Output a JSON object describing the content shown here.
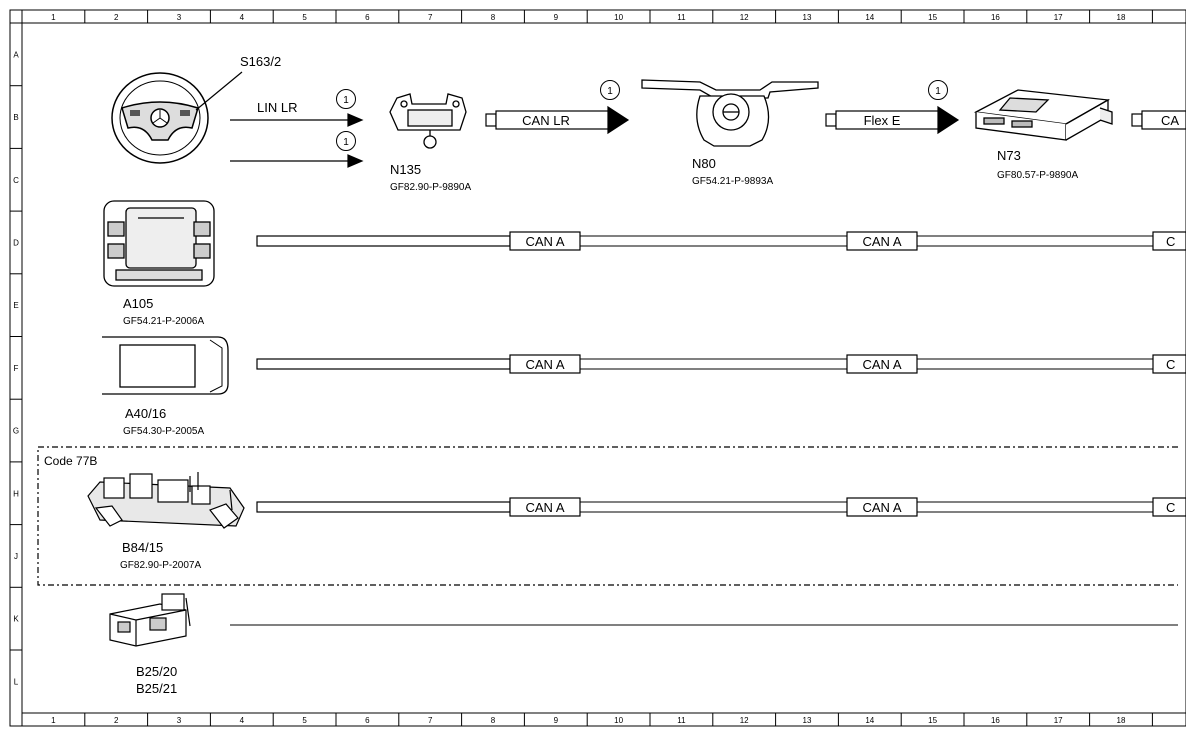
{
  "grid": {
    "columns": [
      "1",
      "2",
      "3",
      "4",
      "5",
      "6",
      "7",
      "8",
      "9",
      "10",
      "11",
      "12",
      "13",
      "14",
      "15",
      "16",
      "17",
      "18"
    ],
    "rows": [
      "A",
      "B",
      "C",
      "D",
      "E",
      "F",
      "G",
      "H",
      "J",
      "K",
      "L"
    ]
  },
  "components": {
    "s163": {
      "id": "S163/2"
    },
    "n135": {
      "id": "N135",
      "ref": "GF82.90-P-9890A"
    },
    "n80": {
      "id": "N80",
      "ref": "GF54.21-P-9893A"
    },
    "n73": {
      "id": "N73",
      "ref": "GF80.57-P-9890A"
    },
    "a105": {
      "id": "A105",
      "ref": "GF54.21-P-2006A"
    },
    "a40": {
      "id": "A40/16",
      "ref": "GF54.30-P-2005A"
    },
    "b84": {
      "id": "B84/15",
      "ref": "GF82.90-P-2007A"
    },
    "b25": {
      "id1": "B25/20",
      "id2": "B25/21"
    }
  },
  "buses": {
    "lin_lr": "LIN LR",
    "can_lr": "CAN LR",
    "flex_e": "Flex E",
    "can_a": "CAN A",
    "cut_ca": "CA",
    "cut_c": "C"
  },
  "markers": {
    "one": "1"
  },
  "code_box": {
    "label": "Code 77B"
  }
}
